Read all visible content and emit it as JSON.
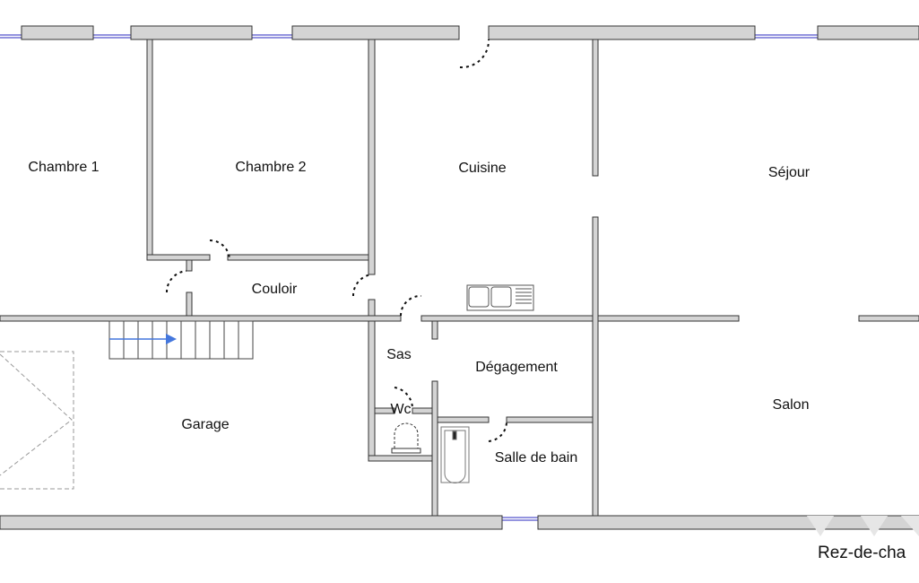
{
  "rooms": {
    "chambre1": "Chambre 1",
    "chambre2": "Chambre 2",
    "cuisine": "Cuisine",
    "sejour": "Séjour",
    "couloir": "Couloir",
    "sas": "Sas",
    "degagement": "Dégagement",
    "wc": "Wc",
    "garage": "Garage",
    "salon": "Salon",
    "salle_de_bain": "Salle de bain"
  },
  "caption": "Rez-de-cha",
  "colors": {
    "wall": "#d4d4d4",
    "window": "#5555cc",
    "stair_arrow": "#4477dd"
  }
}
